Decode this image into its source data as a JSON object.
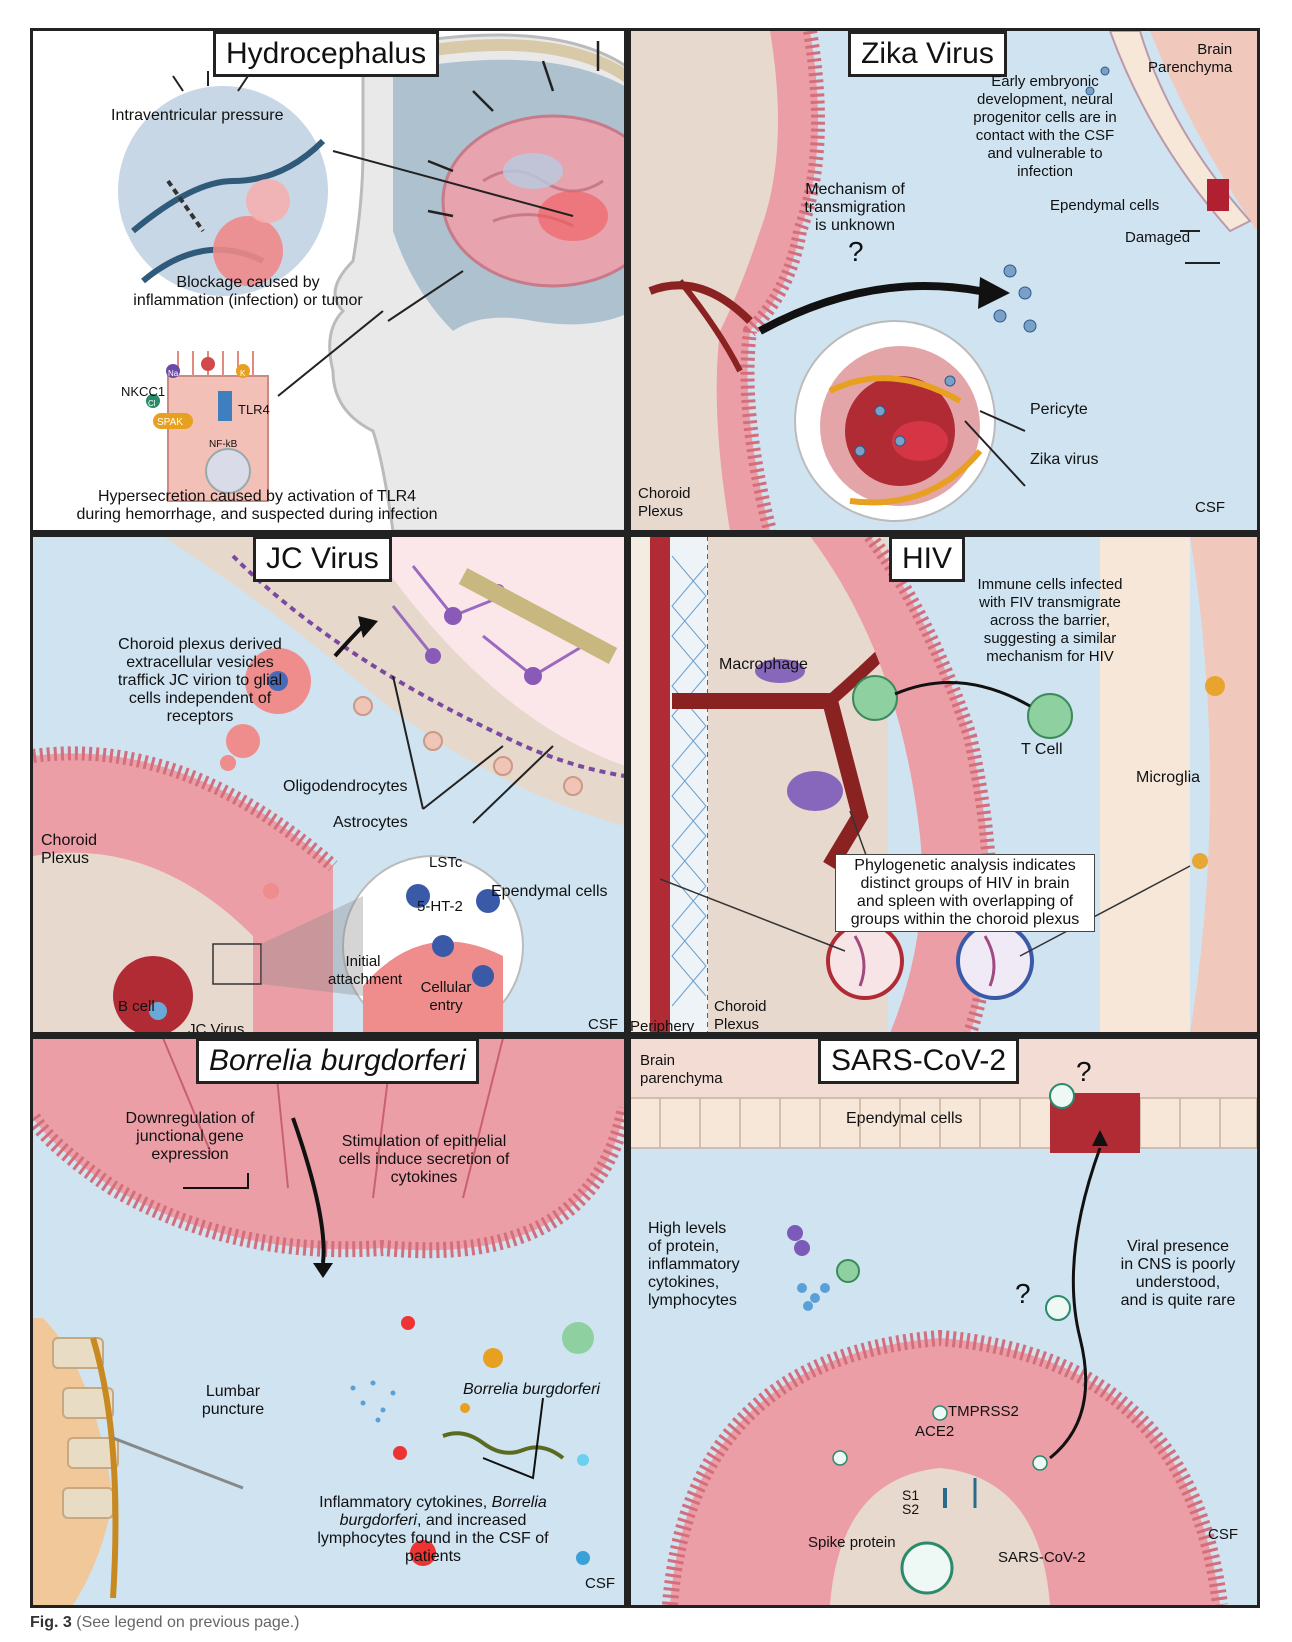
{
  "panels": {
    "hydrocephalus": {
      "title": "Hydrocephalus",
      "labels": {
        "pressure": "Intraventricular pressure",
        "blockage": "Blockage caused by\ninflammation (infection) or tumor",
        "nkcc1": "NKCC1",
        "tlr4": "TLR4",
        "spak": "SPAK",
        "nfkb": "NF-kB",
        "ion_cl": "Cl",
        "ion_na": "Na",
        "ion_k": "K",
        "hypersecretion": "Hypersecretion caused by activation of TLR4\nduring hemorrhage, and suspected during infection"
      }
    },
    "zika": {
      "title": "Zika Virus",
      "labels": {
        "brain_parenchyma": "Brain\nParenchyma",
        "early_dev": "Early embryonic\ndevelopment, neural\nprogenitor cells are in\ncontact with the CSF\nand vulnerable to\ninfection",
        "mechanism": "Mechanism of\ntransmigration\nis unknown",
        "question": "?",
        "ependymal": "Ependymal cells",
        "damaged": "Damaged",
        "pericyte": "Pericyte",
        "zika_virus": "Zika virus",
        "choroid": "Choroid\nPlexus",
        "csf": "CSF"
      }
    },
    "jc": {
      "title": "JC Virus",
      "labels": {
        "vesicles": "Choroid plexus derived\nextracellular vesicles\ntraffick JC virion to glial\ncells independent of\nreceptors",
        "oligo": "Oligodendrocytes",
        "astro": "Astrocytes",
        "choroid": "Choroid\nPlexus",
        "ependymal": "Ependymal cells",
        "lstc": "LSTc",
        "ht2": "5-HT-2",
        "initial": "Initial\nattachment",
        "entry": "Cellular\nentry",
        "bcell": "B cell",
        "jcvirus": "JC Virus",
        "csf": "CSF"
      }
    },
    "hiv": {
      "title": "HIV",
      "labels": {
        "immune": "Immune cells infected\nwith FIV transmigrate\nacross the barrier,\nsuggesting a similar\nmechanism for HIV",
        "macrophage": "Macrophage",
        "tcell": "T Cell",
        "microglia": "Microglia",
        "phylo": "Phylogenetic analysis indicates\ndistinct groups of HIV in brain\nand spleen with overlapping of\ngroups within the choroid plexus",
        "periphery": "Periphery",
        "choroid": "Choroid\nPlexus"
      }
    },
    "borrelia": {
      "title": "Borrelia burgdorferi",
      "labels": {
        "downreg": "Downregulation of\njunctional gene\nexpression",
        "stimulation": "Stimulation of epithelial\ncells induce secretion of\ncytokines",
        "borrelia": "Borrelia burgdorferi",
        "lumbar": "Lumbar\npuncture",
        "inflammatory_a": "Inflammatory cytokines, ",
        "inflammatory_b": "Borrelia",
        "inflammatory_c": "burgdorferi",
        "inflammatory_d": ", and increased\nlymphocytes found in the CSF of\npatients",
        "csf": "CSF"
      }
    },
    "sars": {
      "title": "SARS-CoV-2",
      "labels": {
        "brain_parenchyma": "Brain\nparenchyma",
        "ependymal": "Ependymal cells",
        "question1": "?",
        "question2": "?",
        "high_levels": "High levels\nof protein,\ninflammatory\ncytokines,\nlymphocytes",
        "viral": "Viral presence\nin CNS is poorly\nunderstood,\nand is quite rare",
        "ace2": "ACE2",
        "tmprss2": "TMPRSS2",
        "s1": "S1",
        "s2": "S2",
        "spike": "Spike protein",
        "sars": "SARS-CoV-2",
        "csf": "CSF"
      }
    }
  },
  "caption": {
    "fig": "Fig. 3",
    "text": "(See legend on previous page.)"
  }
}
